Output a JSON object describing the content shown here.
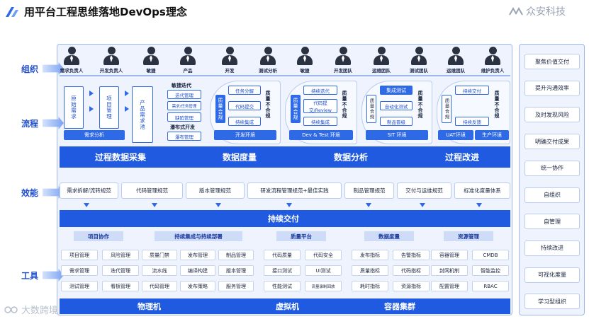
{
  "title": "用平台工程思维落地DevOps理念",
  "brand": "众安科技",
  "watermark": "大数跨境",
  "row_labels": {
    "org": "组织",
    "flow": "流程",
    "eff": "效能",
    "tool": "工具"
  },
  "roles": [
    "需求负责人",
    "开发负责人",
    "敏捷",
    "产品",
    "开发",
    "测试分析",
    "敏捷",
    "开发团队",
    "运维团队",
    "测试团队",
    "运维团队",
    "维护负责人"
  ],
  "flow": {
    "req_vertical": [
      "原始需求",
      "项目管理",
      "产品需求池"
    ],
    "req_analysis": "需求分析",
    "agile_title": "敏捷迭代",
    "agile_items": [
      "迭代管理",
      "需求/任务管理",
      "缺陷管理"
    ],
    "waterfall_title": "瀑布式开发",
    "waterfall_item": "瀑布管理",
    "dev_items": [
      "任务分解",
      "代码提交",
      "持续集成"
    ],
    "dev_env": "开发环境",
    "devtest_items": [
      "持续迭代",
      "代码提交/Review",
      "持续集成"
    ],
    "devtest_env": "Dev & Test 环境",
    "sit_items": [
      "集成测试",
      "自动化测试",
      "制品晋级"
    ],
    "sit_env": "SIT 环境",
    "uat_items": [
      "持续交付",
      "持续反馈"
    ],
    "uat_env": "UAT环境",
    "prod_env": "生产环境",
    "gate_pass": "质量合规",
    "gate_fail": "质量不合规"
  },
  "process_bar": [
    "过程数据采集",
    "数据度量",
    "数据分析",
    "过程改进"
  ],
  "efficiency": [
    "需求拆解/流转规范",
    "代码管理规范",
    "版本管理规范",
    "研发流程管理规范+最佳实践",
    "制品管理规范",
    "交付与运维规范",
    "标准化度量体系"
  ],
  "continuous_delivery": "持续交付",
  "tools": {
    "groups": [
      {
        "title": "项目协作",
        "items": [
          "项目管理",
          "风险管理",
          "需求管理",
          "迭代管理",
          "测试管理",
          "看板管理"
        ]
      },
      {
        "title": "持续集成与持续部署",
        "items": [
          "质量门禁",
          "发布管理",
          "制品管理",
          "流水线",
          "编译构建",
          "版本管理",
          "代码管理",
          "发布策略",
          "服务管理"
        ]
      },
      {
        "title": "质量平台",
        "items": [
          "代码质量",
          "代码安全",
          "接口测试",
          "UI测试",
          "性能测试",
          "流量录制回放"
        ]
      },
      {
        "title": "数据度量",
        "items": [
          "发布指标",
          "告警指标",
          "质量指标",
          "代码指标",
          "耗时指标",
          "资源指标"
        ]
      },
      {
        "title": "资源管理",
        "items": [
          "容器管理",
          "CMDB",
          "封网机制",
          "智能监控",
          "配置管理",
          "RBAC"
        ]
      }
    ]
  },
  "infra": [
    "物理机",
    "虚拟机",
    "容器集群"
  ],
  "right_side": [
    "聚焦价值交付",
    "提升沟通效率",
    "及时发现风险",
    "明确交付成果",
    "统一协作",
    "自组织",
    "自管理",
    "持续改进",
    "可视化度量",
    "学习型组织"
  ],
  "colors": {
    "primary": "#2f6ae6",
    "dark": "#1f5ae0",
    "panel": "#eef3fd"
  }
}
